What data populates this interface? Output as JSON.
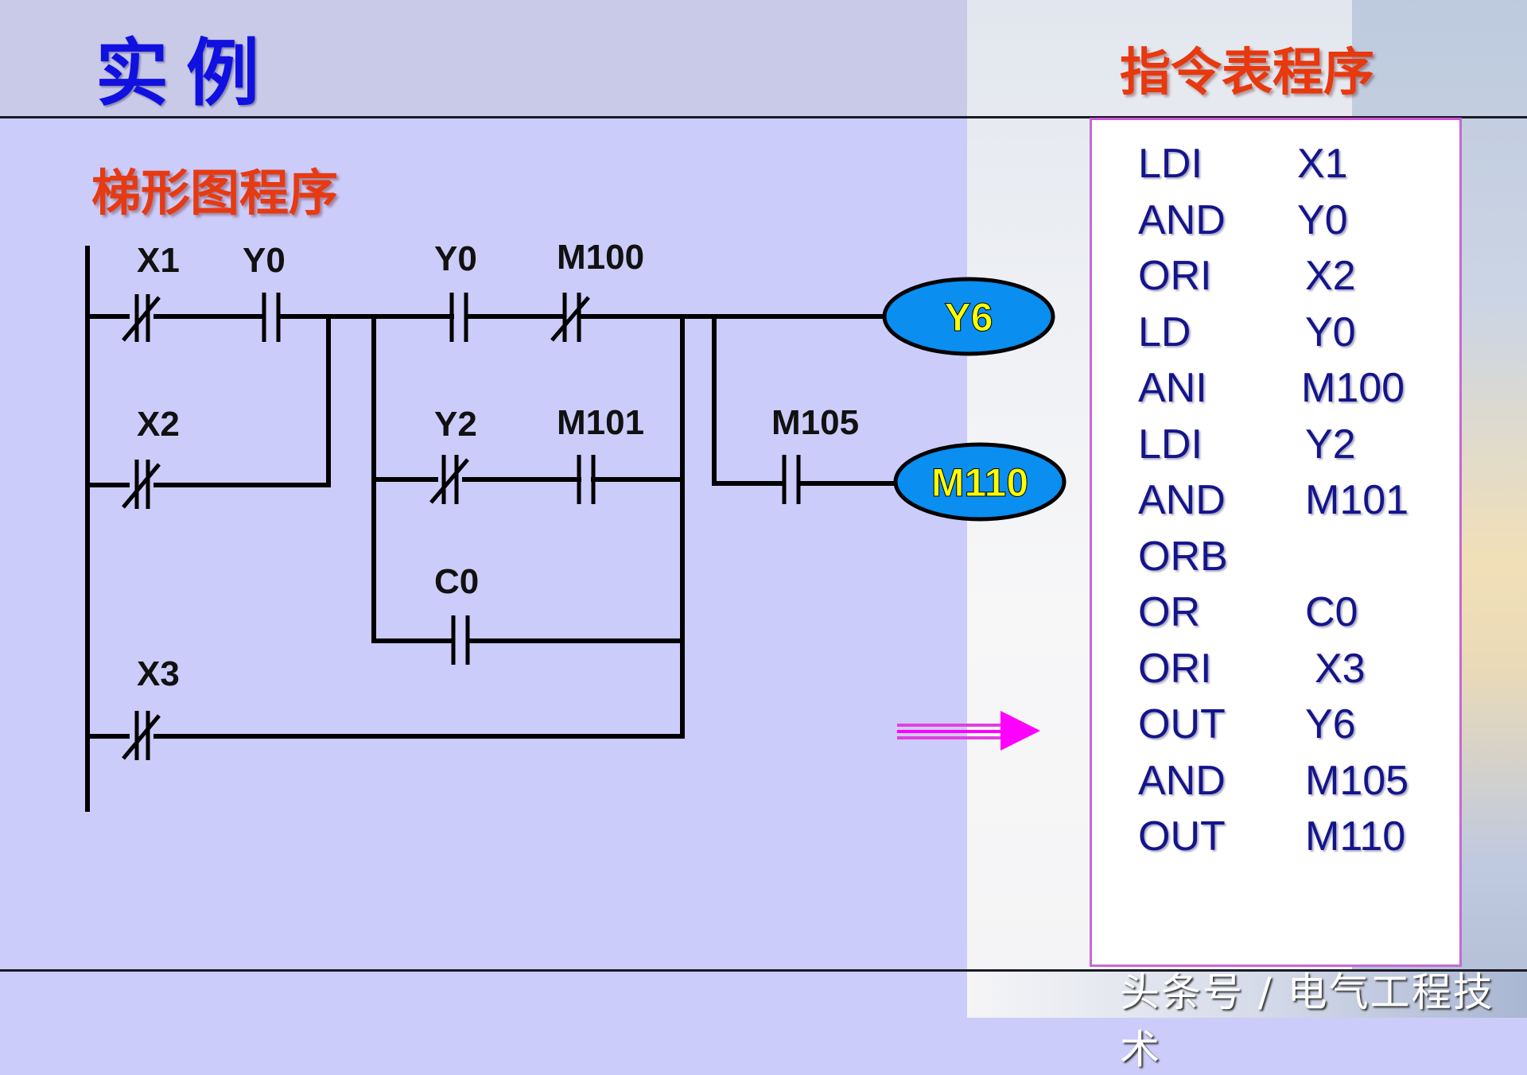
{
  "header": {
    "title": "实例",
    "instruction_title": "指令表程序"
  },
  "ladder": {
    "title": "梯形图程序",
    "contacts": [
      {
        "id": "X1",
        "type": "NC",
        "label": "X1"
      },
      {
        "id": "Y0a",
        "type": "NO",
        "label": "Y0"
      },
      {
        "id": "X2",
        "type": "NC",
        "label": "X2"
      },
      {
        "id": "Y0b",
        "type": "NO",
        "label": "Y0"
      },
      {
        "id": "M100",
        "type": "NC",
        "label": "M100"
      },
      {
        "id": "Y2",
        "type": "NC",
        "label": "Y2"
      },
      {
        "id": "M101",
        "type": "NO",
        "label": "M101"
      },
      {
        "id": "C0",
        "type": "NO",
        "label": "C0"
      },
      {
        "id": "X3",
        "type": "NC",
        "label": "X3"
      },
      {
        "id": "M105",
        "type": "NO",
        "label": "M105"
      }
    ],
    "coils": [
      {
        "id": "Y6",
        "label": "Y6"
      },
      {
        "id": "M110",
        "label": "M110"
      }
    ],
    "colors": {
      "coil_fill": "#0a8ef0",
      "coil_text": "#ffff00",
      "wire": "#000000",
      "arrow": "#f000f0"
    }
  },
  "instruction_list": [
    {
      "op": "LDI",
      "arg": "X1"
    },
    {
      "op": "AND",
      "arg": "Y0"
    },
    {
      "op": "ORI",
      "arg": "X2"
    },
    {
      "op": "LD",
      "arg": "Y0"
    },
    {
      "op": "ANI",
      "arg": "M100"
    },
    {
      "op": "LDI",
      "arg": "Y2"
    },
    {
      "op": "AND",
      "arg": "M101"
    },
    {
      "op": "ORB",
      "arg": ""
    },
    {
      "op": "OR",
      "arg": "C0"
    },
    {
      "op": "ORI",
      "arg": "X3"
    },
    {
      "op": "OUT",
      "arg": "Y6"
    },
    {
      "op": "AND",
      "arg": "M105"
    },
    {
      "op": "OUT",
      "arg": "M110"
    }
  ],
  "watermark": "头条号 / 电气工程技术"
}
